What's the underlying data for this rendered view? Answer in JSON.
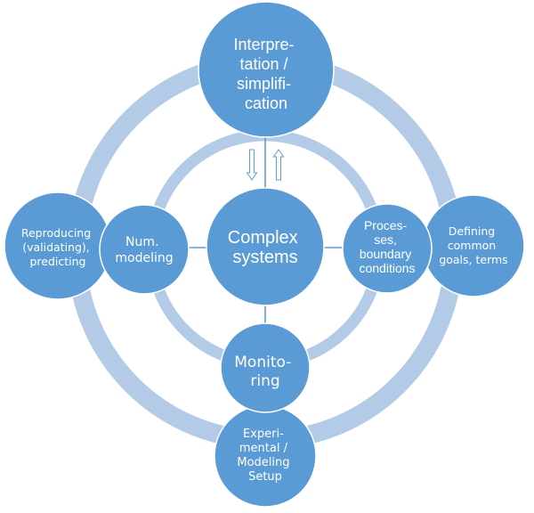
{
  "diagram": {
    "title": "",
    "colors": {
      "node_fill": "#5b9bd5",
      "ring": "#b4cbe7",
      "connector": "#5b9bd5",
      "text": "#ffffff"
    },
    "nodes": [
      {
        "id": "interpretation",
        "lines": [
          "Interpre-",
          "tation /",
          "simplifi-",
          "cation"
        ]
      },
      {
        "id": "complex-systems",
        "lines": [
          "Complex",
          "systems"
        ]
      },
      {
        "id": "num-modeling",
        "lines": [
          "Num.",
          "modeling"
        ]
      },
      {
        "id": "processes",
        "lines": [
          "Proces-",
          "ses,",
          "boundary",
          "conditions"
        ]
      },
      {
        "id": "monitoring",
        "lines": [
          "Monito-",
          "ring"
        ]
      },
      {
        "id": "reproducing",
        "lines": [
          "Reproducing",
          "(validating),",
          "predicting"
        ]
      },
      {
        "id": "defining",
        "lines": [
          "Defining",
          "common",
          "goals, terms"
        ]
      },
      {
        "id": "experimental",
        "lines": [
          "Experi-",
          "mental /",
          "Modeling",
          "Setup"
        ]
      }
    ],
    "edges": [
      {
        "from": "interpretation",
        "to": "complex-systems"
      },
      {
        "from": "num-modeling",
        "to": "complex-systems"
      },
      {
        "from": "complex-systems",
        "to": "processes"
      },
      {
        "from": "complex-systems",
        "to": "monitoring"
      }
    ],
    "arrows": [
      {
        "id": "down-arrow",
        "direction": "down"
      },
      {
        "id": "up-arrow",
        "direction": "up"
      }
    ],
    "rings": [
      {
        "id": "inner-ring",
        "connects": [
          "interpretation",
          "processes",
          "monitoring",
          "num-modeling"
        ]
      },
      {
        "id": "outer-ring",
        "connects": [
          "interpretation",
          "defining",
          "experimental",
          "reproducing"
        ]
      }
    ]
  }
}
